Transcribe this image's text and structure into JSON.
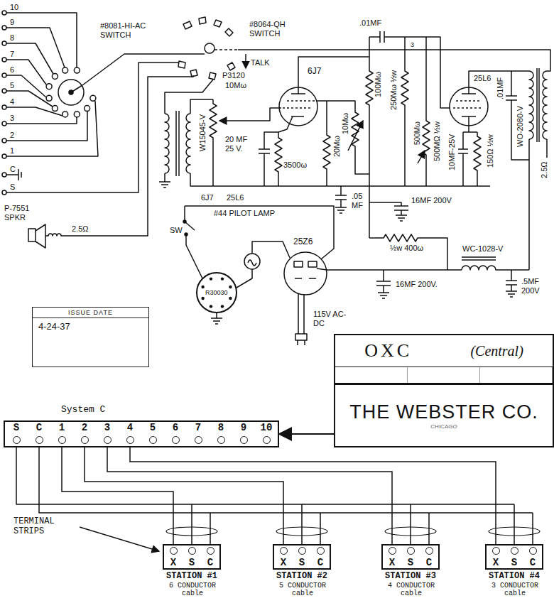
{
  "diagram": {
    "nodes": [
      {
        "text": [
          "ISSUE DATE",
          "4-24-37"
        ]
      },
      {
        "text": [
          "OXC",
          "(Central)",
          "THE WEBSTER CO.",
          "CHICAGO"
        ]
      },
      {
        "text": [
          "S",
          "C",
          "1",
          "2",
          "3",
          "4",
          "5",
          "6",
          "7",
          "8",
          "9",
          "10"
        ]
      },
      {
        "text": [
          "X",
          "S",
          "C",
          "STATION #1"
        ]
      },
      {
        "text": [
          "X",
          "S",
          "C",
          "STATION #2"
        ]
      },
      {
        "text": [
          "X",
          "S",
          "C",
          "STATION #3"
        ]
      },
      {
        "text": [
          "X",
          "S",
          "C",
          "STATION #4"
        ]
      }
    ],
    "edges": [
      {
        "from": 1,
        "to": 2,
        "arrow": "to"
      },
      {
        "from": 2,
        "to": 3,
        "arrow": "none"
      },
      {
        "from": 2,
        "to": 4,
        "arrow": "none"
      },
      {
        "from": 2,
        "to": 5,
        "arrow": "none"
      },
      {
        "from": 2,
        "to": 6,
        "arrow": "none"
      }
    ],
    "labels": [
      "10",
      "9",
      "8",
      "7",
      "6",
      "5",
      "4",
      "3",
      "2",
      "1",
      "C",
      "S",
      "#8081-HI-AC SWITCH",
      "#8064-QH SWITCH",
      "TALK",
      "P-7551 SPKR",
      "2.5Ω",
      "W15045-V",
      "P3120",
      "10Mω",
      "6J7",
      "20 MF 25 V.",
      "3500ω",
      "20Mω",
      "10Mω",
      ".01MF",
      "100Mω",
      "3",
      "250Mω ½w",
      "500Mω",
      "500MΩ ½w",
      "25L6",
      "10MF-25V",
      "150Ω ½w",
      ".01MF",
      "WO-2080-V",
      "2.5Ω",
      ".05 MF",
      "16MF 200V",
      "½w 400ω",
      "6J7",
      "25L6",
      "#44 PILOT LAMP",
      "SW",
      "25Z6",
      "R30030",
      "115V AC-DC",
      "16MF 200V.",
      "WC-1028-V",
      ".5MF 200V",
      "System C",
      "TERMINAL STRIPS",
      "6 CONDUCTOR cable",
      "5 CONDUCTOR cable",
      "4 CONDUCTOR cable",
      "3 CONDUCTOR cable"
    ]
  }
}
